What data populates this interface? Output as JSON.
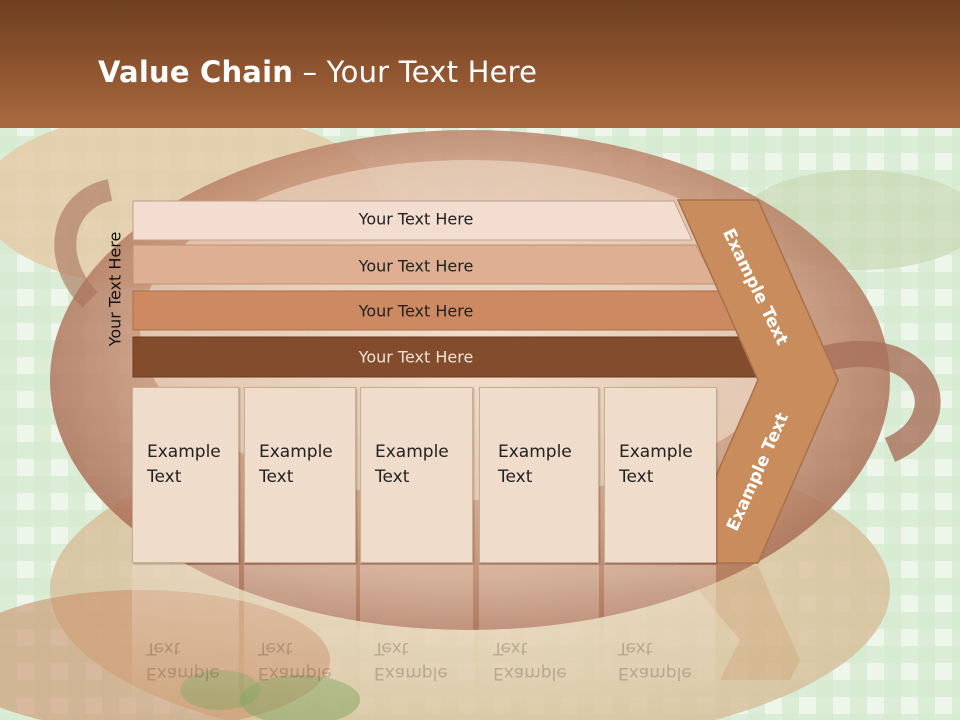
{
  "title": {
    "bold": "Value Chain",
    "rest": " – Your Text Here"
  },
  "side_label": "Your Text Here",
  "bars": [
    {
      "label": "Your Text Here"
    },
    {
      "label": "Your Text Here"
    },
    {
      "label": "Your Text Here"
    },
    {
      "label": "Your Text Here"
    }
  ],
  "boxes": [
    {
      "line1": "Example",
      "line2": "Text"
    },
    {
      "line1": "Example",
      "line2": "Text"
    },
    {
      "line1": "Example",
      "line2": "Text"
    },
    {
      "line1": "Example",
      "line2": "Text"
    },
    {
      "line1": "Example",
      "line2": "Text"
    }
  ],
  "chevron": {
    "top_text": "Example Text",
    "bottom_text": "Example Text"
  },
  "colors": {
    "header": "#8f5530",
    "bar1": "#f2ddd0",
    "bar2": "#deaf92",
    "bar3": "#cd8a62",
    "bar4": "#834c2c",
    "chevron": "#c98c5c",
    "box": "#efdccb"
  }
}
